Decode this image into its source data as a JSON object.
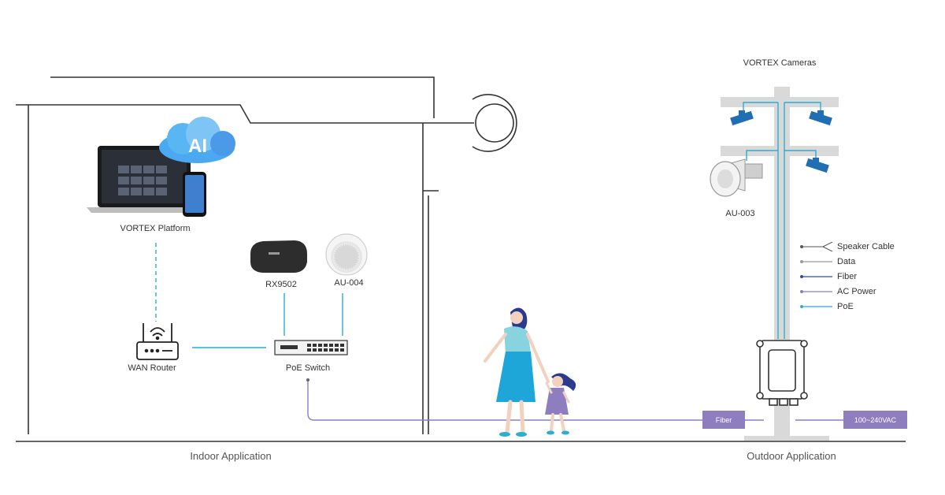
{
  "title": "VORTEX Cameras",
  "platform": {
    "label": "VORTEX Platform",
    "ai_badge": "AI"
  },
  "devices": {
    "rx9502": "RX9502",
    "au004": "AU-004",
    "au003": "AU-003",
    "router": "WAN Router",
    "switch": "PoE Switch"
  },
  "legend": [
    {
      "label": "Speaker Cable",
      "color": "#555555"
    },
    {
      "label": "Data",
      "color": "#9a9a9a"
    },
    {
      "label": "Fiber",
      "color": "#2c4f9e"
    },
    {
      "label": "AC Power",
      "color": "#8e7ec0"
    },
    {
      "label": "PoE",
      "color": "#2aaed1"
    }
  ],
  "tags": {
    "fiber": "Fiber",
    "power": "100~240VAC"
  },
  "sections": {
    "indoor": "Indoor Application",
    "outdoor": "Outdoor Application"
  },
  "colors": {
    "poe": "#2aaed1",
    "ac_power": "#8e7ec0",
    "pole": "#d9d9d9",
    "camera": "#1f6fb2"
  }
}
